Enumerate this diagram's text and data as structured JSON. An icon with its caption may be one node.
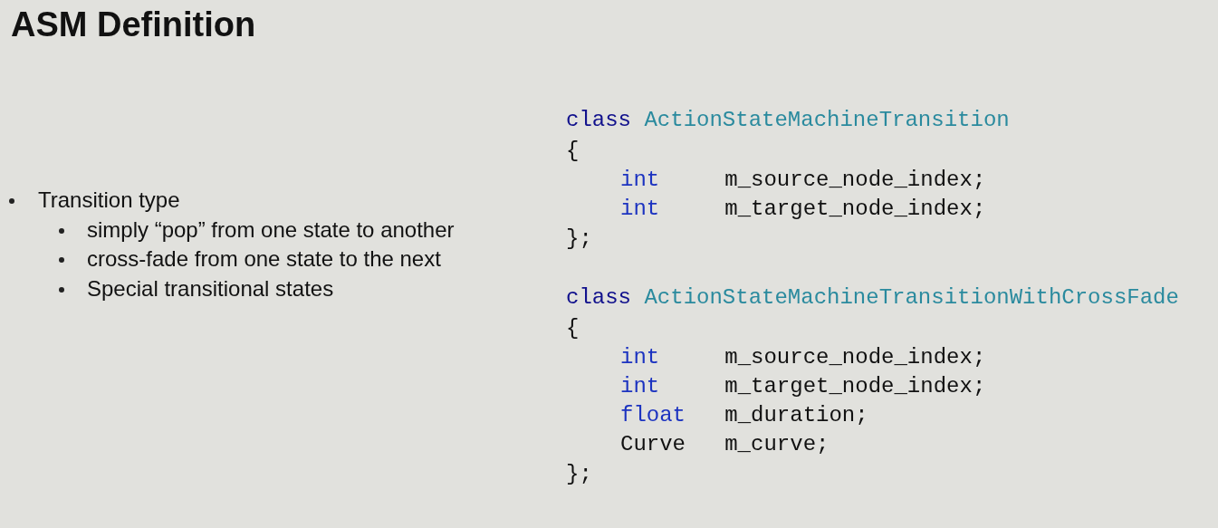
{
  "diagram": {
    "title": "ASM Definition",
    "labels": [
      "Transition type",
      "simply “pop” from one state to another",
      "cross-fade from one state to the next",
      "Special transitional states",
      "class ActionStateMachineTransition",
      "{",
      "int     m_source_node_index;",
      "int     m_target_node_index;",
      "};",
      "class ActionStateMachineTransitionWithCrossFade",
      "{",
      "int     m_source_node_index;",
      "int     m_target_node_index;",
      "float   m_duration;",
      "Curve   m_curve;",
      "};"
    ]
  }
}
